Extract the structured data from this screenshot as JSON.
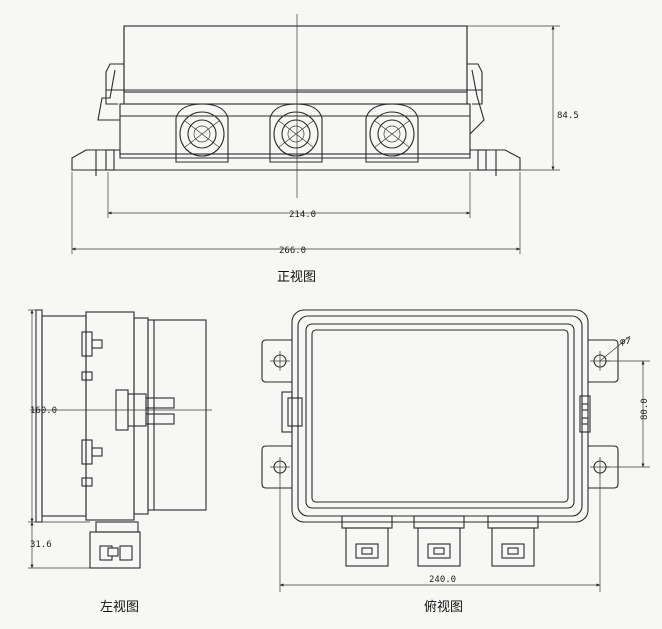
{
  "views": {
    "front": {
      "caption": "正视图",
      "dims": {
        "width_inner": "214.0",
        "width_outer": "266.0",
        "height": "84.5"
      }
    },
    "left": {
      "caption": "左视图",
      "dims": {
        "height": "160.0",
        "connector": "31.6"
      }
    },
    "top": {
      "caption": "俯视图",
      "dims": {
        "width": "240.0",
        "hole_spacing": "80.0",
        "hole_diameter": "φ7"
      }
    }
  }
}
